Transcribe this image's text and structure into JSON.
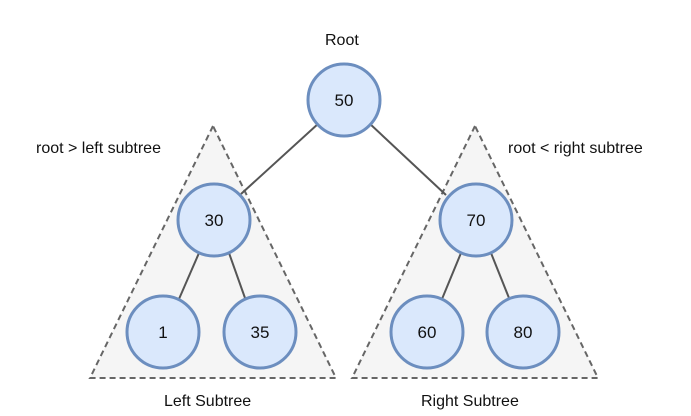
{
  "labels": {
    "root": "Root",
    "left_rule": "root > left subtree",
    "right_rule": "root < right subtree",
    "left_subtree": "Left Subtree",
    "right_subtree": "Right Subtree"
  },
  "nodes": {
    "root": "50",
    "left": "30",
    "right": "70",
    "left_left": "1",
    "left_right": "35",
    "right_left": "60",
    "right_right": "80"
  },
  "colors": {
    "node_fill": "#dae8fc",
    "node_stroke": "#6c8ebf",
    "subtree_fill": "#f5f5f5",
    "subtree_stroke": "#666666",
    "edge": "#555555"
  }
}
